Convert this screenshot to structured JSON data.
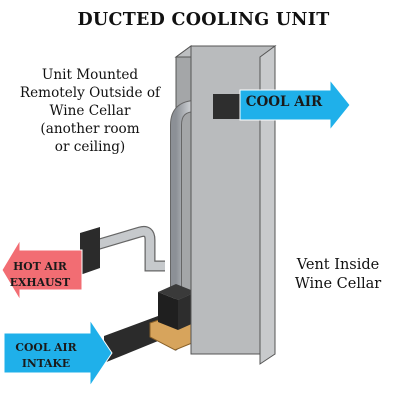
{
  "title": "DUCTED COOLING UNIT",
  "mounted_note": [
    "Unit Mounted",
    "Remotely Outside of",
    "Wine Cellar",
    "(another room",
    "or ceiling)"
  ],
  "vent_note": [
    "Vent Inside",
    "Wine Cellar"
  ],
  "arrows": {
    "cool_air": {
      "label": "COOL AIR",
      "color": "#1fb0ea"
    },
    "hot_air_exhaust": {
      "lines": [
        "HOT AIR",
        "EXHAUST"
      ],
      "color": "#f26d73"
    },
    "cool_air_intake": {
      "lines": [
        "COOL AIR",
        "INTAKE"
      ],
      "color": "#1fb0ea"
    }
  }
}
